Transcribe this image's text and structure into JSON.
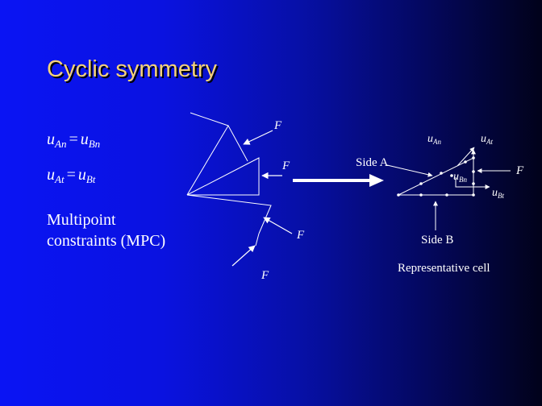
{
  "slide": {
    "title": "Cyclic symmetry",
    "equations": [
      {
        "lhs": "u",
        "lhs_sub": "An",
        "op": "=",
        "rhs": "u",
        "rhs_sub": "Bn"
      },
      {
        "lhs": "u",
        "lhs_sub": "At",
        "op": "=",
        "rhs": "u",
        "rhs_sub": "Bt"
      }
    ],
    "mpc_lines": [
      "Multipoint",
      "constraints (MPC)"
    ]
  },
  "left_diagram": {
    "force_label": "F"
  },
  "right_diagram": {
    "side_a": "Side A",
    "side_b": "Side B",
    "u_an": {
      "base": "u",
      "sub": "An"
    },
    "u_at": {
      "base": "u",
      "sub": "At"
    },
    "u_bn": {
      "base": "u",
      "sub": "Bn"
    },
    "u_bt": {
      "base": "u",
      "sub": "Bt"
    },
    "force_label": "F",
    "caption": "Representative cell"
  },
  "colors": {
    "title": "#f5d27a",
    "text": "#ffffff",
    "bg_left": "#0a14f4",
    "bg_right": "#01021a"
  }
}
